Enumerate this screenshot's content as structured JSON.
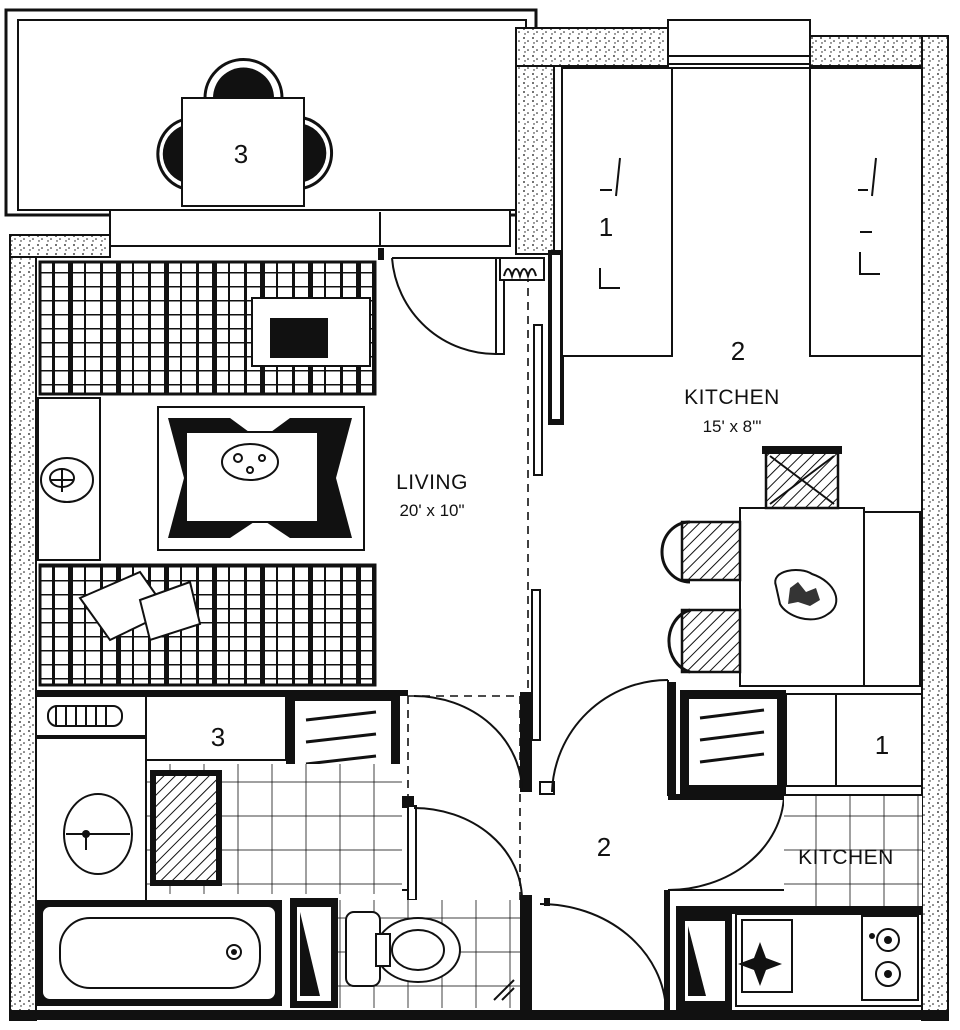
{
  "plan": {
    "rooms": [
      {
        "id": "living",
        "name": "LIVING",
        "dimensions": "20' x 10\""
      },
      {
        "id": "kitchen-main",
        "name": "KITCHEN",
        "dimensions": "15' x 8'\""
      },
      {
        "id": "kitchen-small",
        "name": "KITCHEN",
        "dimensions": ""
      }
    ],
    "markers": {
      "balcony_table": "3",
      "bedroom": "1",
      "kitchen_top": "2",
      "closet": "3",
      "hall": "2",
      "cabinet": "1"
    }
  }
}
